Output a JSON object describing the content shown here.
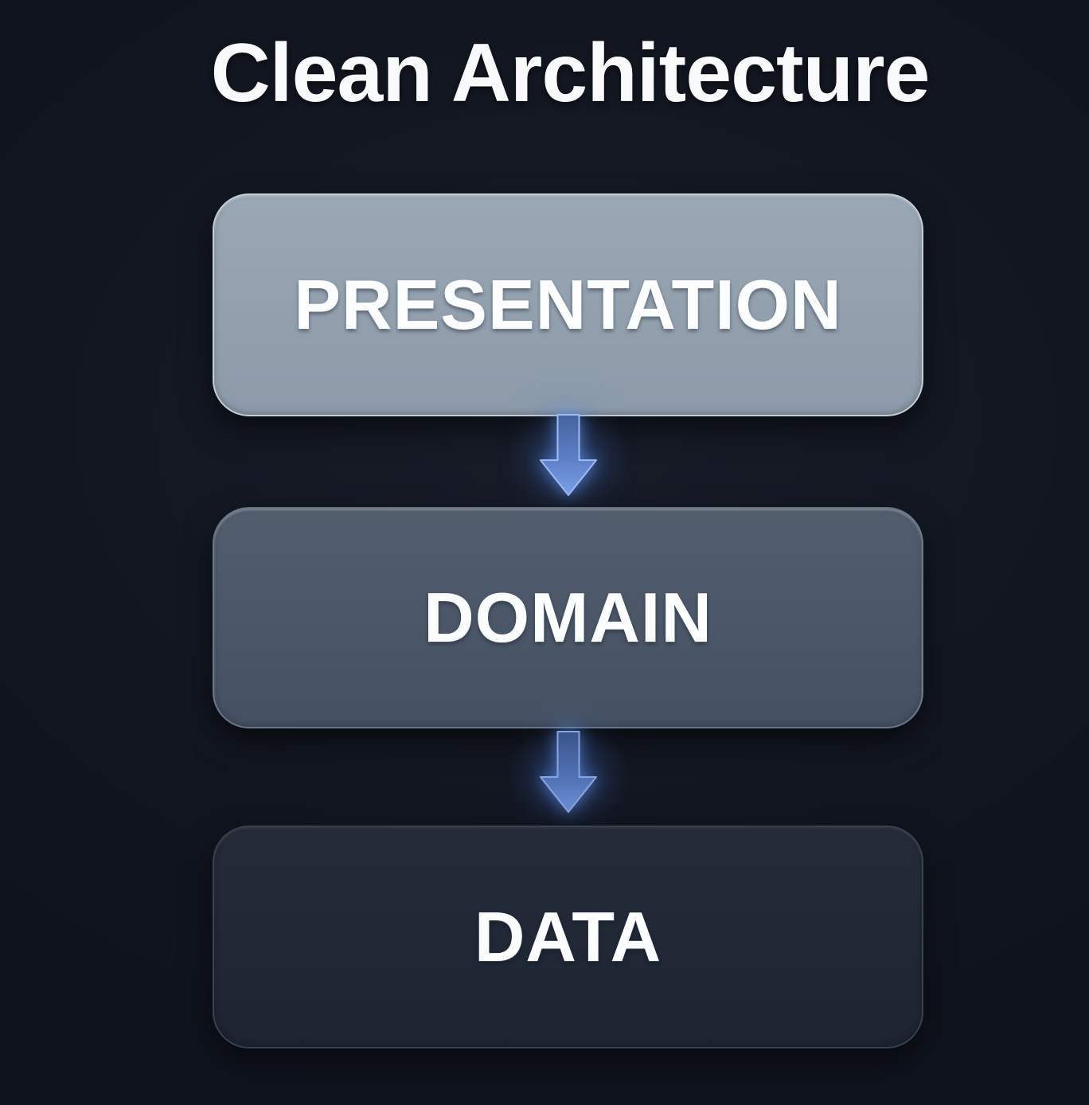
{
  "diagram": {
    "title": "Clean Architecture",
    "layers": [
      {
        "label": "PRESENTATION",
        "fill_top": "#9aa8b5",
        "fill_bottom": "#8c9aa9",
        "border": "#c2ccd5"
      },
      {
        "label": "DOMAIN",
        "fill_top": "#525e6e",
        "fill_bottom": "#455162",
        "border": "#6b7686"
      },
      {
        "label": "DATA",
        "fill_top": "#242c3a",
        "fill_bottom": "#1d2432",
        "border": "#38414f"
      }
    ],
    "arrows": [
      {
        "icon": "down-arrow-icon",
        "color_top": "#46639f",
        "color_bottom": "#7ca2ea",
        "edge": "#9dbbf4"
      },
      {
        "icon": "down-arrow-icon",
        "color_top": "#3f5a93",
        "color_bottom": "#7399e2",
        "edge": "#8fb0ee"
      }
    ],
    "background_color": "#10141e",
    "title_color": "#f7f9fb",
    "label_color": "#fbfdff"
  }
}
